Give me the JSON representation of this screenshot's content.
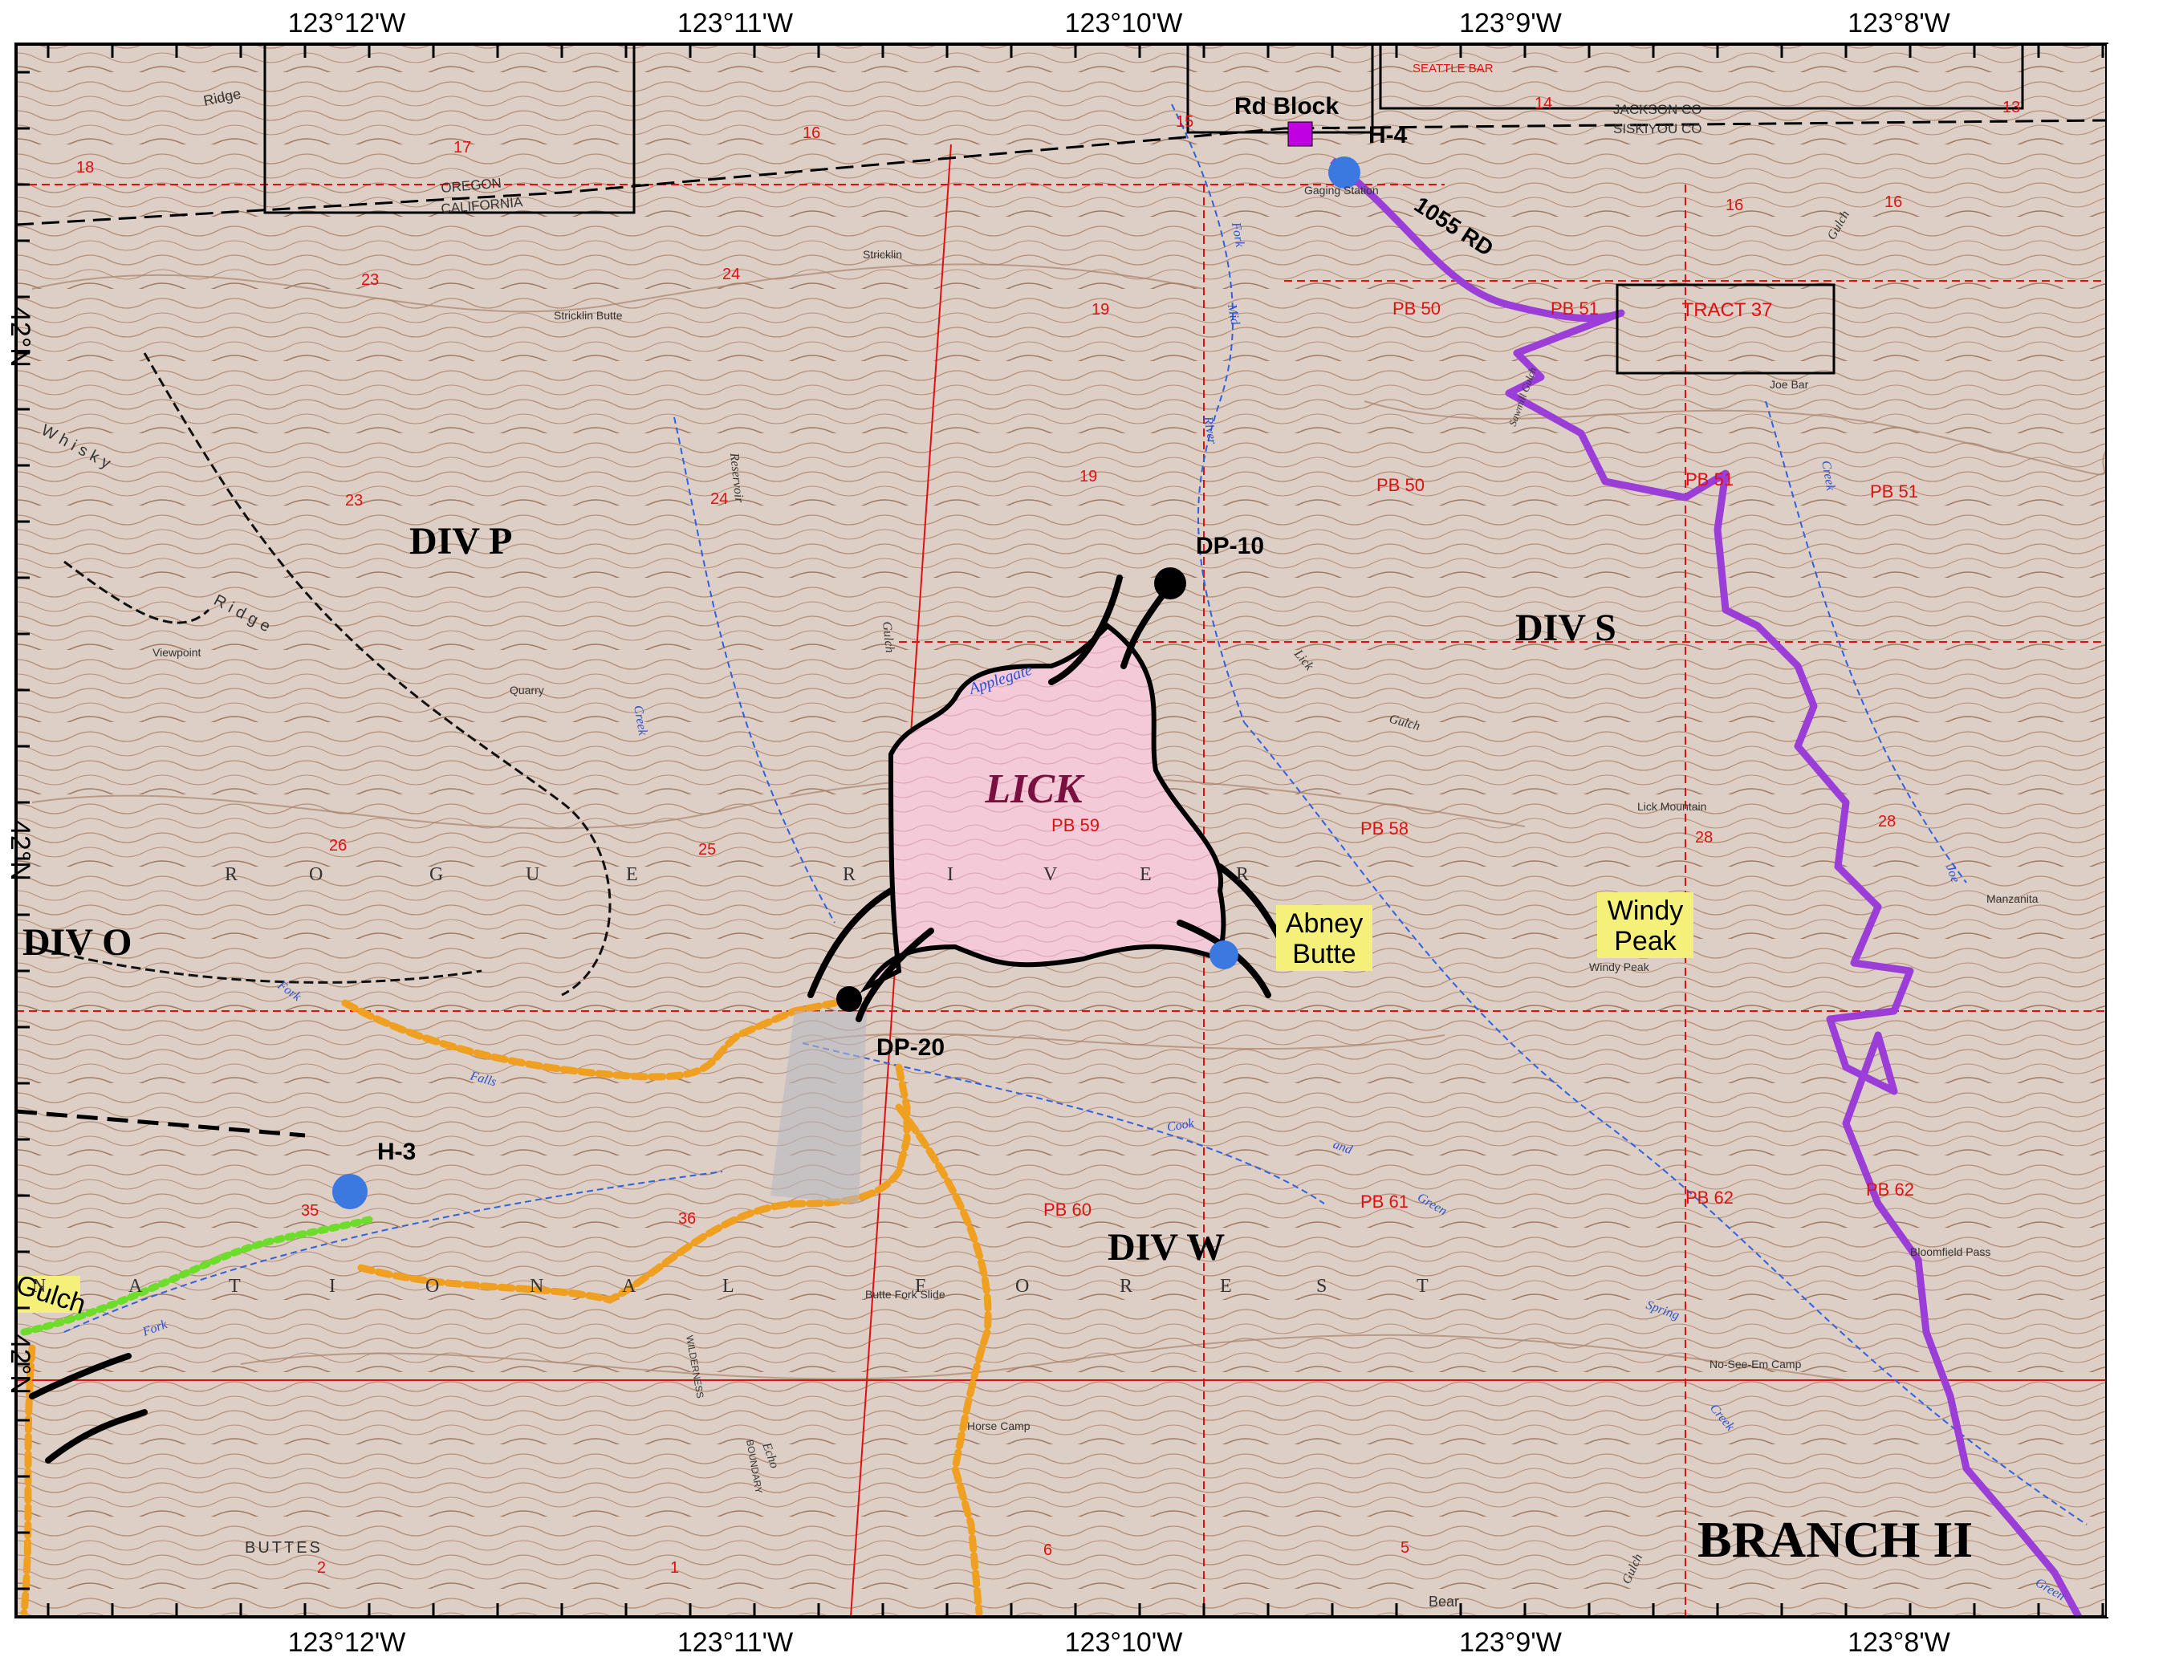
{
  "map": {
    "longitude_labels": [
      "123°12'W",
      "123°11'W",
      "123°10'W",
      "123°9'W",
      "123°8'W"
    ],
    "left_edge_labels": [
      "42°N",
      "42°N",
      "42°N"
    ],
    "colors": {
      "perimeter_fill": "#f2c6d6",
      "perimeter_line": "#000000",
      "dozer_line": "#9b3ed8",
      "hand_line": "#f0a020",
      "green_line": "#6edc2a",
      "point_blue": "#3b78e0",
      "roadblock": "#c000e0",
      "highlight": "#f4f07a",
      "grid_red": "#e01010"
    }
  },
  "fire": {
    "name": "LICK",
    "pb_label": "PB 59"
  },
  "divisions": {
    "div_p": "DIV P",
    "div_s": "DIV S",
    "div_o": "DIV O",
    "div_w": "DIV W",
    "branch": "BRANCH II"
  },
  "points": {
    "dp10": "DP-10",
    "dp20": "DP-20",
    "h3": "H-3",
    "h4": "H-4",
    "roadblock": "Rd Block"
  },
  "road_label": "1055 RD",
  "tract_label": "TRACT 37",
  "highlights": {
    "abney_1": "Abney",
    "abney_2": "Butte",
    "windy_1": "Windy",
    "windy_2": "Peak",
    "gulch": "Gulch"
  },
  "protection_blocks": [
    "PB 50",
    "PB 51",
    "PB 50",
    "PB 51",
    "PB 51",
    "PB 58",
    "PB 60",
    "PB 61",
    "PB 62",
    "PB 62"
  ],
  "sections": [
    "17",
    "16",
    "15",
    "14",
    "13",
    "18",
    "24",
    "23",
    "19",
    "23",
    "24",
    "19",
    "26",
    "25",
    "36",
    "35",
    "28",
    "28",
    "16",
    "16",
    "6",
    "5",
    "2",
    "1"
  ],
  "place_names": {
    "ridge": "Ridge",
    "whisky": "Whisky",
    "ridge2": "Ridge",
    "stricklin_butte": "Stricklin Butte",
    "stricklin": "Stricklin",
    "oregon": "OREGON",
    "california": "CALIFORNIA",
    "jackson": "JACKSON CO",
    "siskiyou": "SISKIYOU CO",
    "seattle_bar": "SEATTLE BAR",
    "gaging": "Gaging Station",
    "joe_bar": "Joe Bar",
    "lick_mtn": "Lick Mountain",
    "windy_small": "Windy Peak",
    "butte_fork_slide": "Butte Fork Slide",
    "horse_camp": "Horse Camp",
    "bloomfield": "Bloomfield Pass",
    "no_see_em": "No-See-Em Camp",
    "quarry": "Quarry",
    "viewpoint": "Viewpoint",
    "manzanita": "Manzanita",
    "buttes": "BUTTES",
    "bear": "Bear",
    "wilderness": "WILDERNESS",
    "boundary": "BOUNDARY"
  },
  "water_names": {
    "applegate": "Applegate",
    "reservoir": "Reservoir",
    "gulch1": "Gulch",
    "creek1": "Creek",
    "fork1": "Fork",
    "falls": "Falls",
    "fork2": "Fork",
    "cook": "Cook",
    "and": "and",
    "green": "Green",
    "mid": "Mid",
    "river": "River",
    "fork3": "Fork",
    "lick_gulch": "Lick",
    "gulch2": "Gulch",
    "creek2": "Creek",
    "creek3": "Creek",
    "spring": "Spring",
    "joe": "Joe",
    "gulch3": "Gulch",
    "echo": "Echo",
    "gulch4": "Gulch",
    "green2": "Green",
    "sawmill": "Sawmill Gulch"
  },
  "rogue_river_letters": [
    "R",
    "O",
    "G",
    "U",
    "E",
    "R",
    "I",
    "V",
    "E",
    "R"
  ],
  "national_forest_letters": [
    "N",
    "A",
    "T",
    "I",
    "O",
    "N",
    "A",
    "L",
    "F",
    "O",
    "R",
    "E",
    "S",
    "T"
  ]
}
